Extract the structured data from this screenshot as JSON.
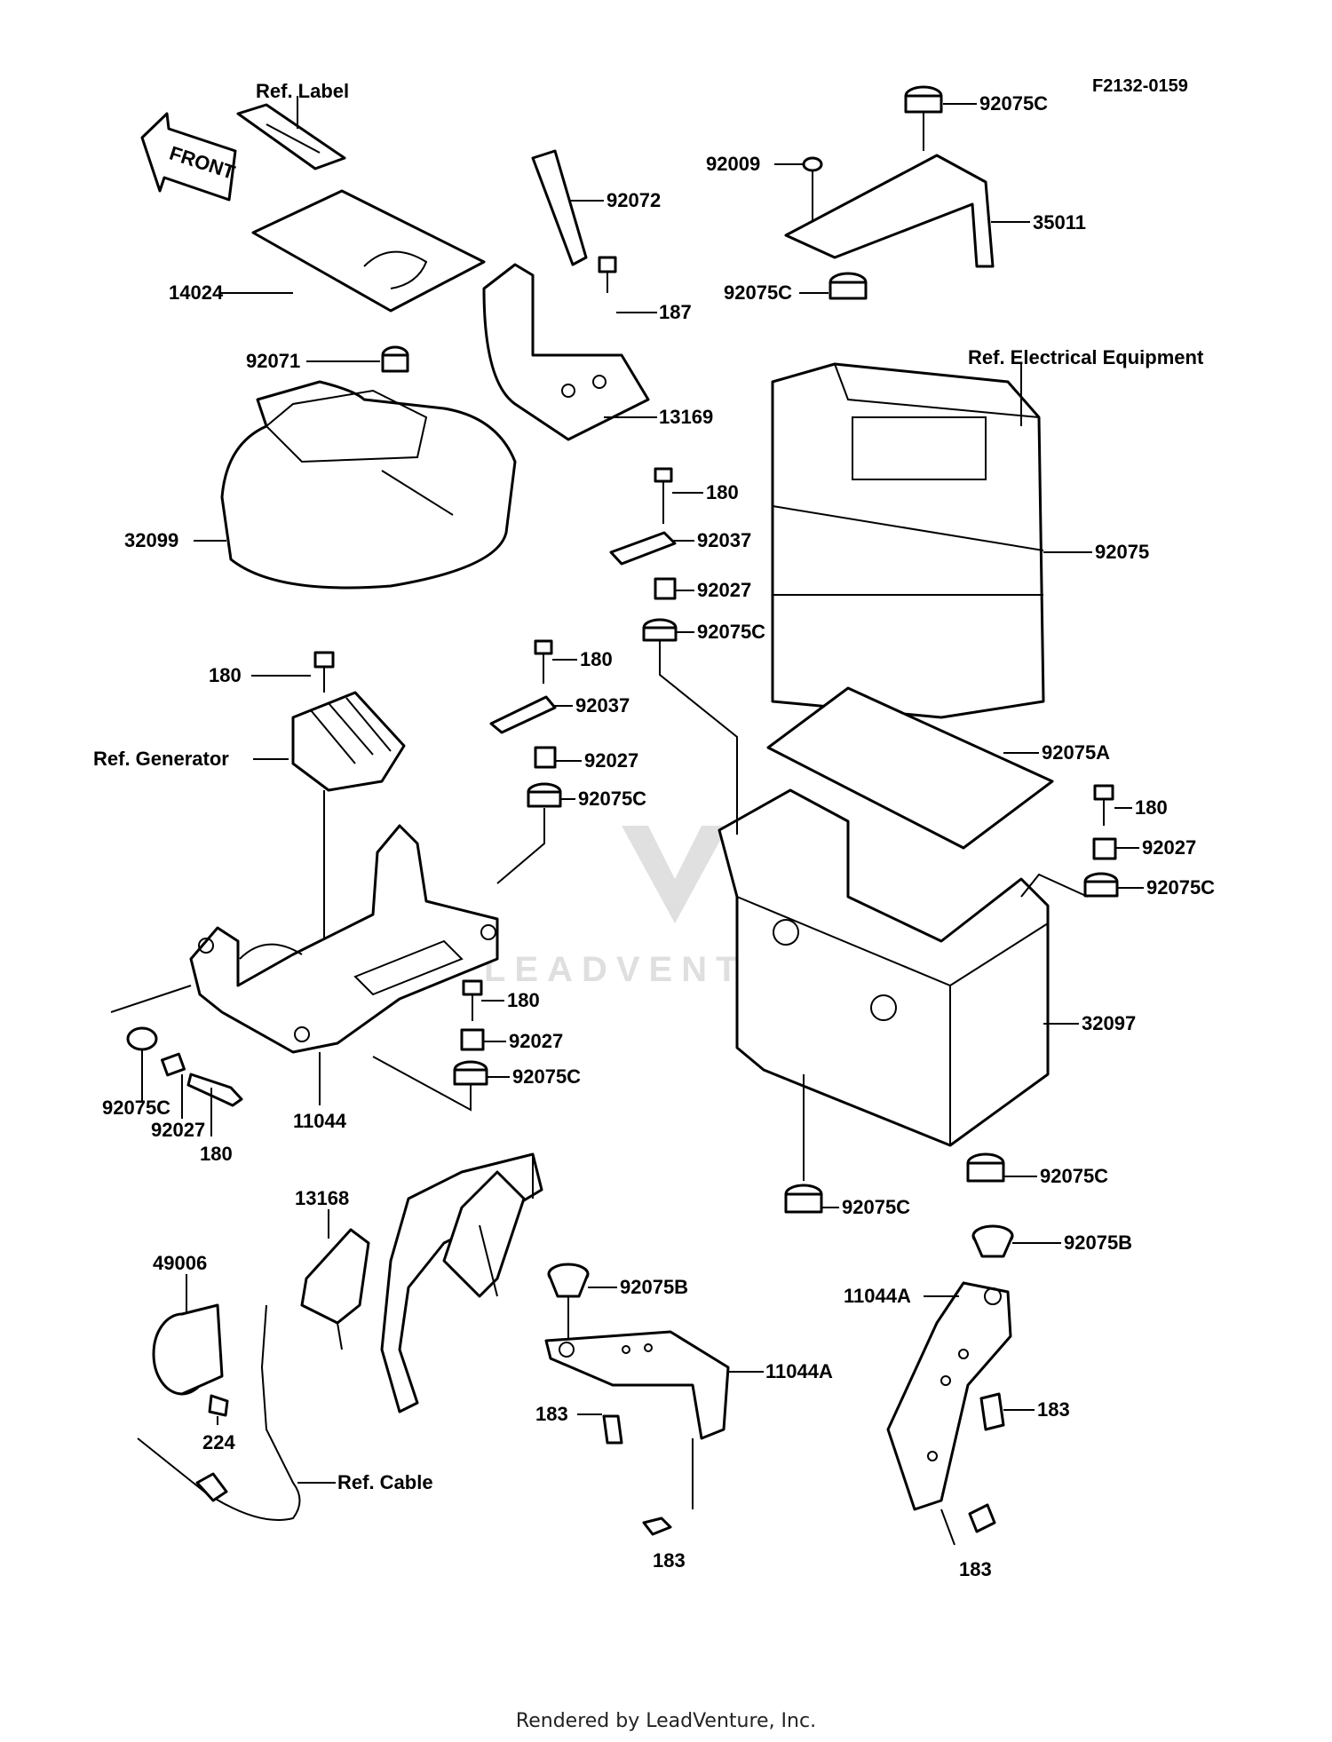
{
  "figure_code": "F2132-0159",
  "footer": "Rendered by LeadVenture, Inc.",
  "watermark": "LEADVENTURE",
  "front_arrow": "FRONT",
  "labels": {
    "ref_label": "Ref. Label",
    "ref_electrical": "Ref. Electrical Equipment",
    "ref_generator": "Ref. Generator",
    "ref_cable": "Ref. Cable",
    "p92075C": "92075C",
    "p92009": "92009",
    "p35011": "35011",
    "p92072": "92072",
    "p14024": "14024",
    "p187": "187",
    "p92071": "92071",
    "p13169": "13169",
    "p32099": "32099",
    "p180": "180",
    "p92037": "92037",
    "p92027": "92027",
    "p92075": "92075",
    "p92075A": "92075A",
    "p32097": "32097",
    "p11044": "11044",
    "p13168": "13168",
    "p49006": "49006",
    "p224": "224",
    "p92075B": "92075B",
    "p11044A": "11044A",
    "p183": "183"
  }
}
